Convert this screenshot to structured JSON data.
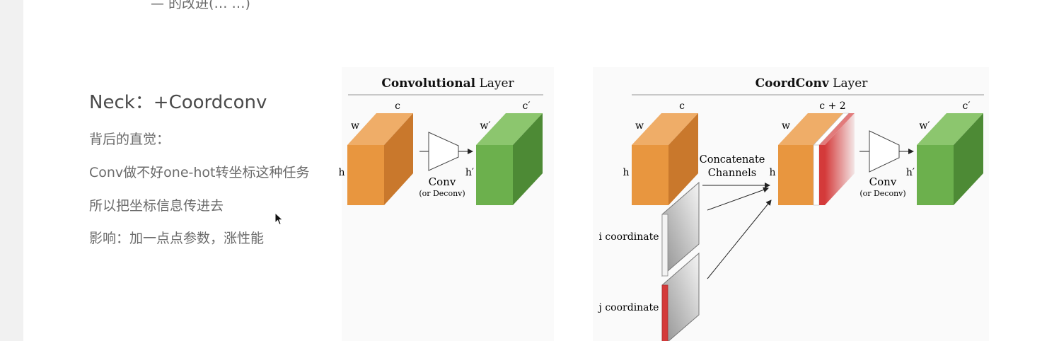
{
  "slide": {
    "heading": "Neck：+Coordconv",
    "lines": [
      "背后的直觉：",
      "Conv做不好one-hot转坐标这种任务",
      "所以把坐标信息传进去",
      "影响：加一点点参数，涨性能"
    ]
  },
  "figure": {
    "left_panel": {
      "title_bold": "Convolutional",
      "title_rest": " Layer",
      "input": {
        "w": "w",
        "h": "h",
        "c": "c"
      },
      "conv_label": "Conv",
      "conv_sub": "(or Deconv)",
      "output": {
        "w": "w′",
        "h": "h′",
        "c": "c′"
      }
    },
    "right_panel": {
      "title_bold": "CoordConv",
      "title_rest": " Layer",
      "input": {
        "w": "w",
        "h": "h",
        "c": "c"
      },
      "concat_line1": "Concatenate",
      "concat_line2": "Channels",
      "i_label": "i coordinate",
      "j_label": "j coordinate",
      "concat": {
        "w": "w",
        "h": "h",
        "c": "c + 2"
      },
      "conv_label": "Conv",
      "conv_sub": "(or Deconv)",
      "output": {
        "w": "w′",
        "h": "h′",
        "c": "c′"
      }
    },
    "colors": {
      "orange_front": "#e8963f",
      "orange_top": "#efad68",
      "orange_side": "#c9782c",
      "green_front": "#6cb04d",
      "green_top": "#8cc66e",
      "green_side": "#4d8a35",
      "red": "#d43a3a",
      "rule": "#c8c8c8"
    }
  }
}
